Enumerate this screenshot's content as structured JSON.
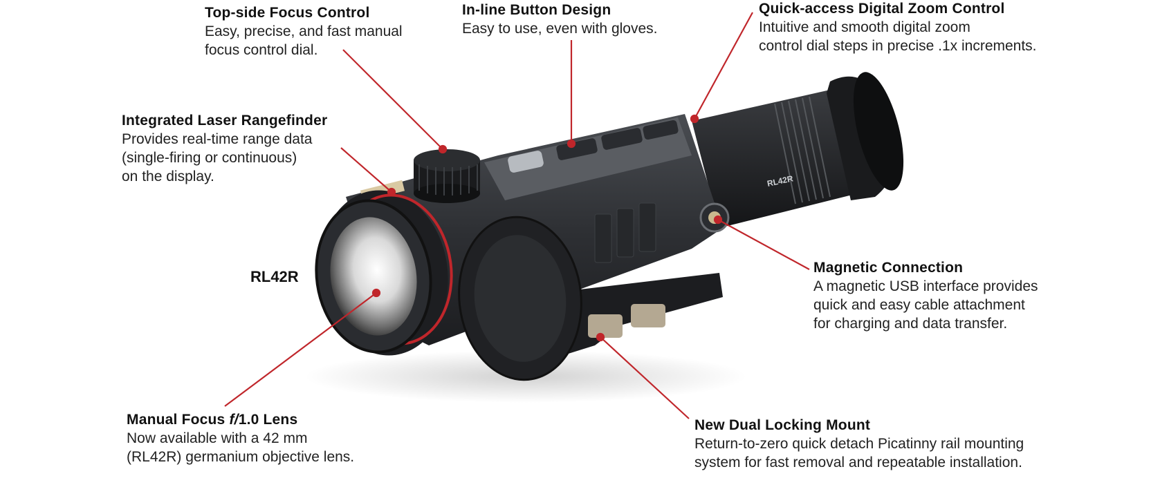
{
  "product_label": "RL42R",
  "scope_marking": "RL42R",
  "accent_color": "#c0262b",
  "callouts": [
    {
      "id": "focus-control",
      "title": "Top-side Focus Control",
      "title_em": "",
      "title_post": "",
      "body": [
        "Easy, precise, and fast manual",
        "focus control dial."
      ]
    },
    {
      "id": "button-design",
      "title": "In-line Button Design",
      "title_em": "",
      "title_post": "",
      "body": [
        "Easy to use, even with gloves."
      ]
    },
    {
      "id": "digital-zoom",
      "title": "Quick-access Digital Zoom Control",
      "title_em": "",
      "title_post": "",
      "body": [
        "Intuitive and smooth digital zoom",
        "control dial steps in precise .1x increments."
      ]
    },
    {
      "id": "rangefinder",
      "title": "Integrated Laser Rangefinder",
      "title_em": "",
      "title_post": "",
      "body": [
        "Provides real-time range data",
        "(single-firing or continuous)",
        "on the display."
      ]
    },
    {
      "id": "magnetic",
      "title": "Magnetic Connection",
      "title_em": "",
      "title_post": "",
      "body": [
        "A magnetic USB interface provides",
        "quick and easy cable attachment",
        "for charging and data transfer."
      ]
    },
    {
      "id": "lens",
      "title": "Manual Focus ",
      "title_em": "f/",
      "title_post": "1.0 Lens",
      "body": [
        "Now available with a 42 mm",
        "(RL42R) germanium objective lens."
      ]
    },
    {
      "id": "mount",
      "title": "New Dual Locking Mount",
      "title_em": "",
      "title_post": "",
      "body": [
        "Return-to-zero quick detach Picatinny rail mounting",
        "system for fast removal and repeatable installation."
      ]
    }
  ]
}
